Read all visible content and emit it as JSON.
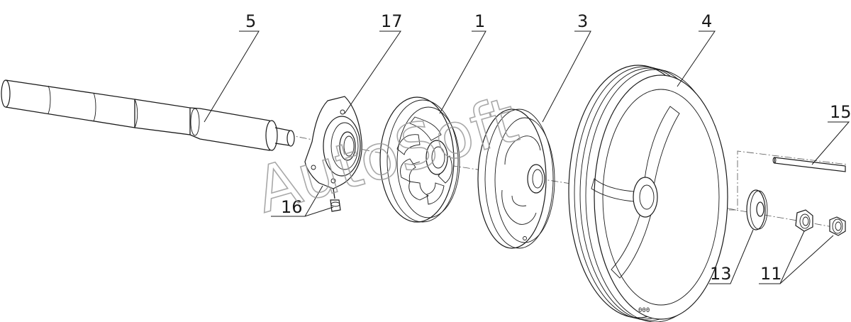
{
  "watermark": {
    "text": "AutoSoft"
  },
  "callouts": [
    {
      "id": "c5",
      "text": "5"
    },
    {
      "id": "c17",
      "text": "17"
    },
    {
      "id": "c1",
      "text": "1"
    },
    {
      "id": "c3",
      "text": "3"
    },
    {
      "id": "c4",
      "text": "4"
    },
    {
      "id": "c15",
      "text": "15"
    },
    {
      "id": "c16",
      "text": "16"
    },
    {
      "id": "c13",
      "text": "13"
    },
    {
      "id": "c11",
      "text": "11"
    }
  ],
  "pulley_marking": "000"
}
